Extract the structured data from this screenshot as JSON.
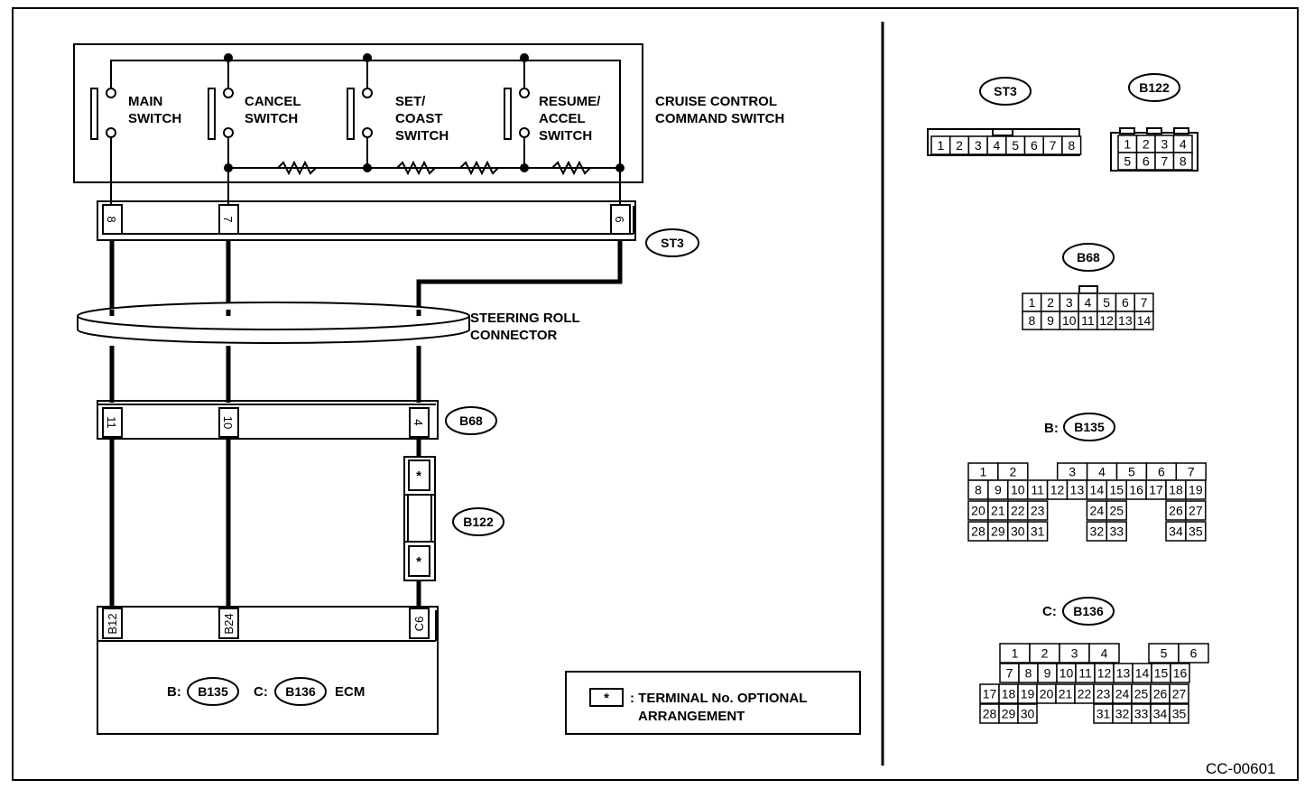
{
  "switch_box": {
    "main_switch": [
      "MAIN",
      "SWITCH"
    ],
    "cancel_switch": [
      "CANCEL",
      "SWITCH"
    ],
    "set_coast_switch": [
      "SET/",
      "COAST",
      "SWITCH"
    ],
    "resume_accel_switch": [
      "RESUME/",
      "ACCEL",
      "SWITCH"
    ],
    "title": [
      "CRUISE CONTROL",
      "COMMAND SWITCH"
    ]
  },
  "st3_pins": [
    "8",
    "7",
    "6"
  ],
  "st3_label": "ST3",
  "roll_connector": [
    "STEERING ROLL",
    "CONNECTOR"
  ],
  "b68_pins": [
    "11",
    "10",
    "4"
  ],
  "b68_label": "B68",
  "b122_label": "B122",
  "optional_mark": "*",
  "ecm_pins": [
    "B12",
    "B24",
    "C6"
  ],
  "ecm": {
    "b_prefix": "B:",
    "b_conn": "B135",
    "c_prefix": "C:",
    "c_conn": "B136",
    "name": "ECM"
  },
  "legend": {
    "mark": "*",
    "text_line1": ": TERMINAL No.  OPTIONAL",
    "text_line2": "ARRANGEMENT"
  },
  "connector_views": {
    "st3": {
      "label": "ST3",
      "pins": [
        "1",
        "2",
        "3",
        "4",
        "5",
        "6",
        "7",
        "8"
      ]
    },
    "b122": {
      "label": "B122",
      "row1": [
        "1",
        "2",
        "3",
        "4"
      ],
      "row2": [
        "5",
        "6",
        "7",
        "8"
      ]
    },
    "b68": {
      "label": "B68",
      "row1": [
        "1",
        "2",
        "3",
        "4",
        "5",
        "6",
        "7"
      ],
      "row2": [
        "8",
        "9",
        "10",
        "11",
        "12",
        "13",
        "14"
      ]
    },
    "b135": {
      "prefix": "B:",
      "label": "B135",
      "row1": [
        "1",
        "2",
        "",
        "3",
        "4",
        "5",
        "6",
        "7"
      ],
      "row2": [
        "8",
        "9",
        "10",
        "11",
        "12",
        "13",
        "14",
        "15",
        "16",
        "17",
        "18",
        "19"
      ],
      "row3": [
        "20",
        "21",
        "22",
        "23",
        "",
        "",
        "24",
        "25",
        "",
        "",
        "26",
        "27"
      ],
      "row4": [
        "28",
        "29",
        "30",
        "31",
        "",
        "",
        "32",
        "33",
        "",
        "",
        "34",
        "35"
      ]
    },
    "b136": {
      "prefix": "C:",
      "label": "B136",
      "row1": [
        "1",
        "2",
        "3",
        "4",
        "",
        "5",
        "6"
      ],
      "row2": [
        "7",
        "8",
        "9",
        "10",
        "11",
        "12",
        "13",
        "14",
        "15",
        "16"
      ],
      "row3": [
        "17",
        "18",
        "19",
        "20",
        "21",
        "22",
        "23",
        "24",
        "25",
        "26",
        "27"
      ],
      "row4": [
        "28",
        "29",
        "30",
        "",
        "",
        "",
        "31",
        "32",
        "33",
        "34",
        "35"
      ]
    }
  },
  "figure_code": "CC-00601"
}
